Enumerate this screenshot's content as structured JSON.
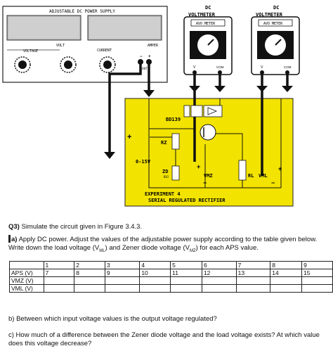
{
  "figure": {
    "psu_title": "ADJUSTABLE DC POWER SUPPLY",
    "psu_volt": "VOLT",
    "psu_voltage": "VOLTAGE",
    "psu_current": "CURRENT",
    "psu_ampere": "AMPER",
    "psu_out": "OUT",
    "meter1_title_a": "DC",
    "meter1_title_b": "VOLTMETER",
    "meter1_sub": "AVO METER",
    "meter1_v": "V",
    "meter1_com": "COM",
    "meter2_title_a": "DC",
    "meter2_title_b": "VOLTMETER",
    "meter2_sub": "AVO METER",
    "meter2_v": "V",
    "meter2_com": "COM",
    "bd139": "BD139",
    "rz": "RZ",
    "range": "0-15V",
    "zd": "ZD",
    "zd_sub": "BV2",
    "vmz": "VMZ",
    "rl": "RL",
    "vml": "VML",
    "experiment": "EXPERIMENT 4",
    "subtitle": "SERIAL REGULATED RECTIFIER"
  },
  "q3": {
    "label": "Q3)",
    "text": " Simulate the circuit given in Figure 3.4.3."
  },
  "part_a": {
    "label": "a)",
    "text1": " Apply DC power. Adjust the values of the adjustable power supply according to the table given below. Write down the load voltage (V",
    "sub1": "ML",
    "text2": ") and Zener diode voltage (V",
    "sub2": "MZ",
    "text3": ") for each APS value."
  },
  "table": {
    "columns": [
      "",
      "1",
      "2",
      "3",
      "4",
      "5",
      "6",
      "7",
      "8",
      "9"
    ],
    "rows": [
      [
        "APS (V)",
        "7",
        "8",
        "9",
        "10",
        "11",
        "12",
        "13",
        "14",
        "15"
      ],
      [
        "VMZ (V)",
        "",
        "",
        "",
        "",
        "",
        "",
        "",
        "",
        ""
      ],
      [
        "VML (V)",
        "",
        "",
        "",
        "",
        "",
        "",
        "",
        "",
        ""
      ]
    ]
  },
  "part_b": {
    "text": "b) Between which input voltage values is the output voltage regulated?"
  },
  "part_c": {
    "text": "c) How much of a difference between the Zener diode voltage and the load voltage exists? At which value does this voltage decrease?"
  }
}
